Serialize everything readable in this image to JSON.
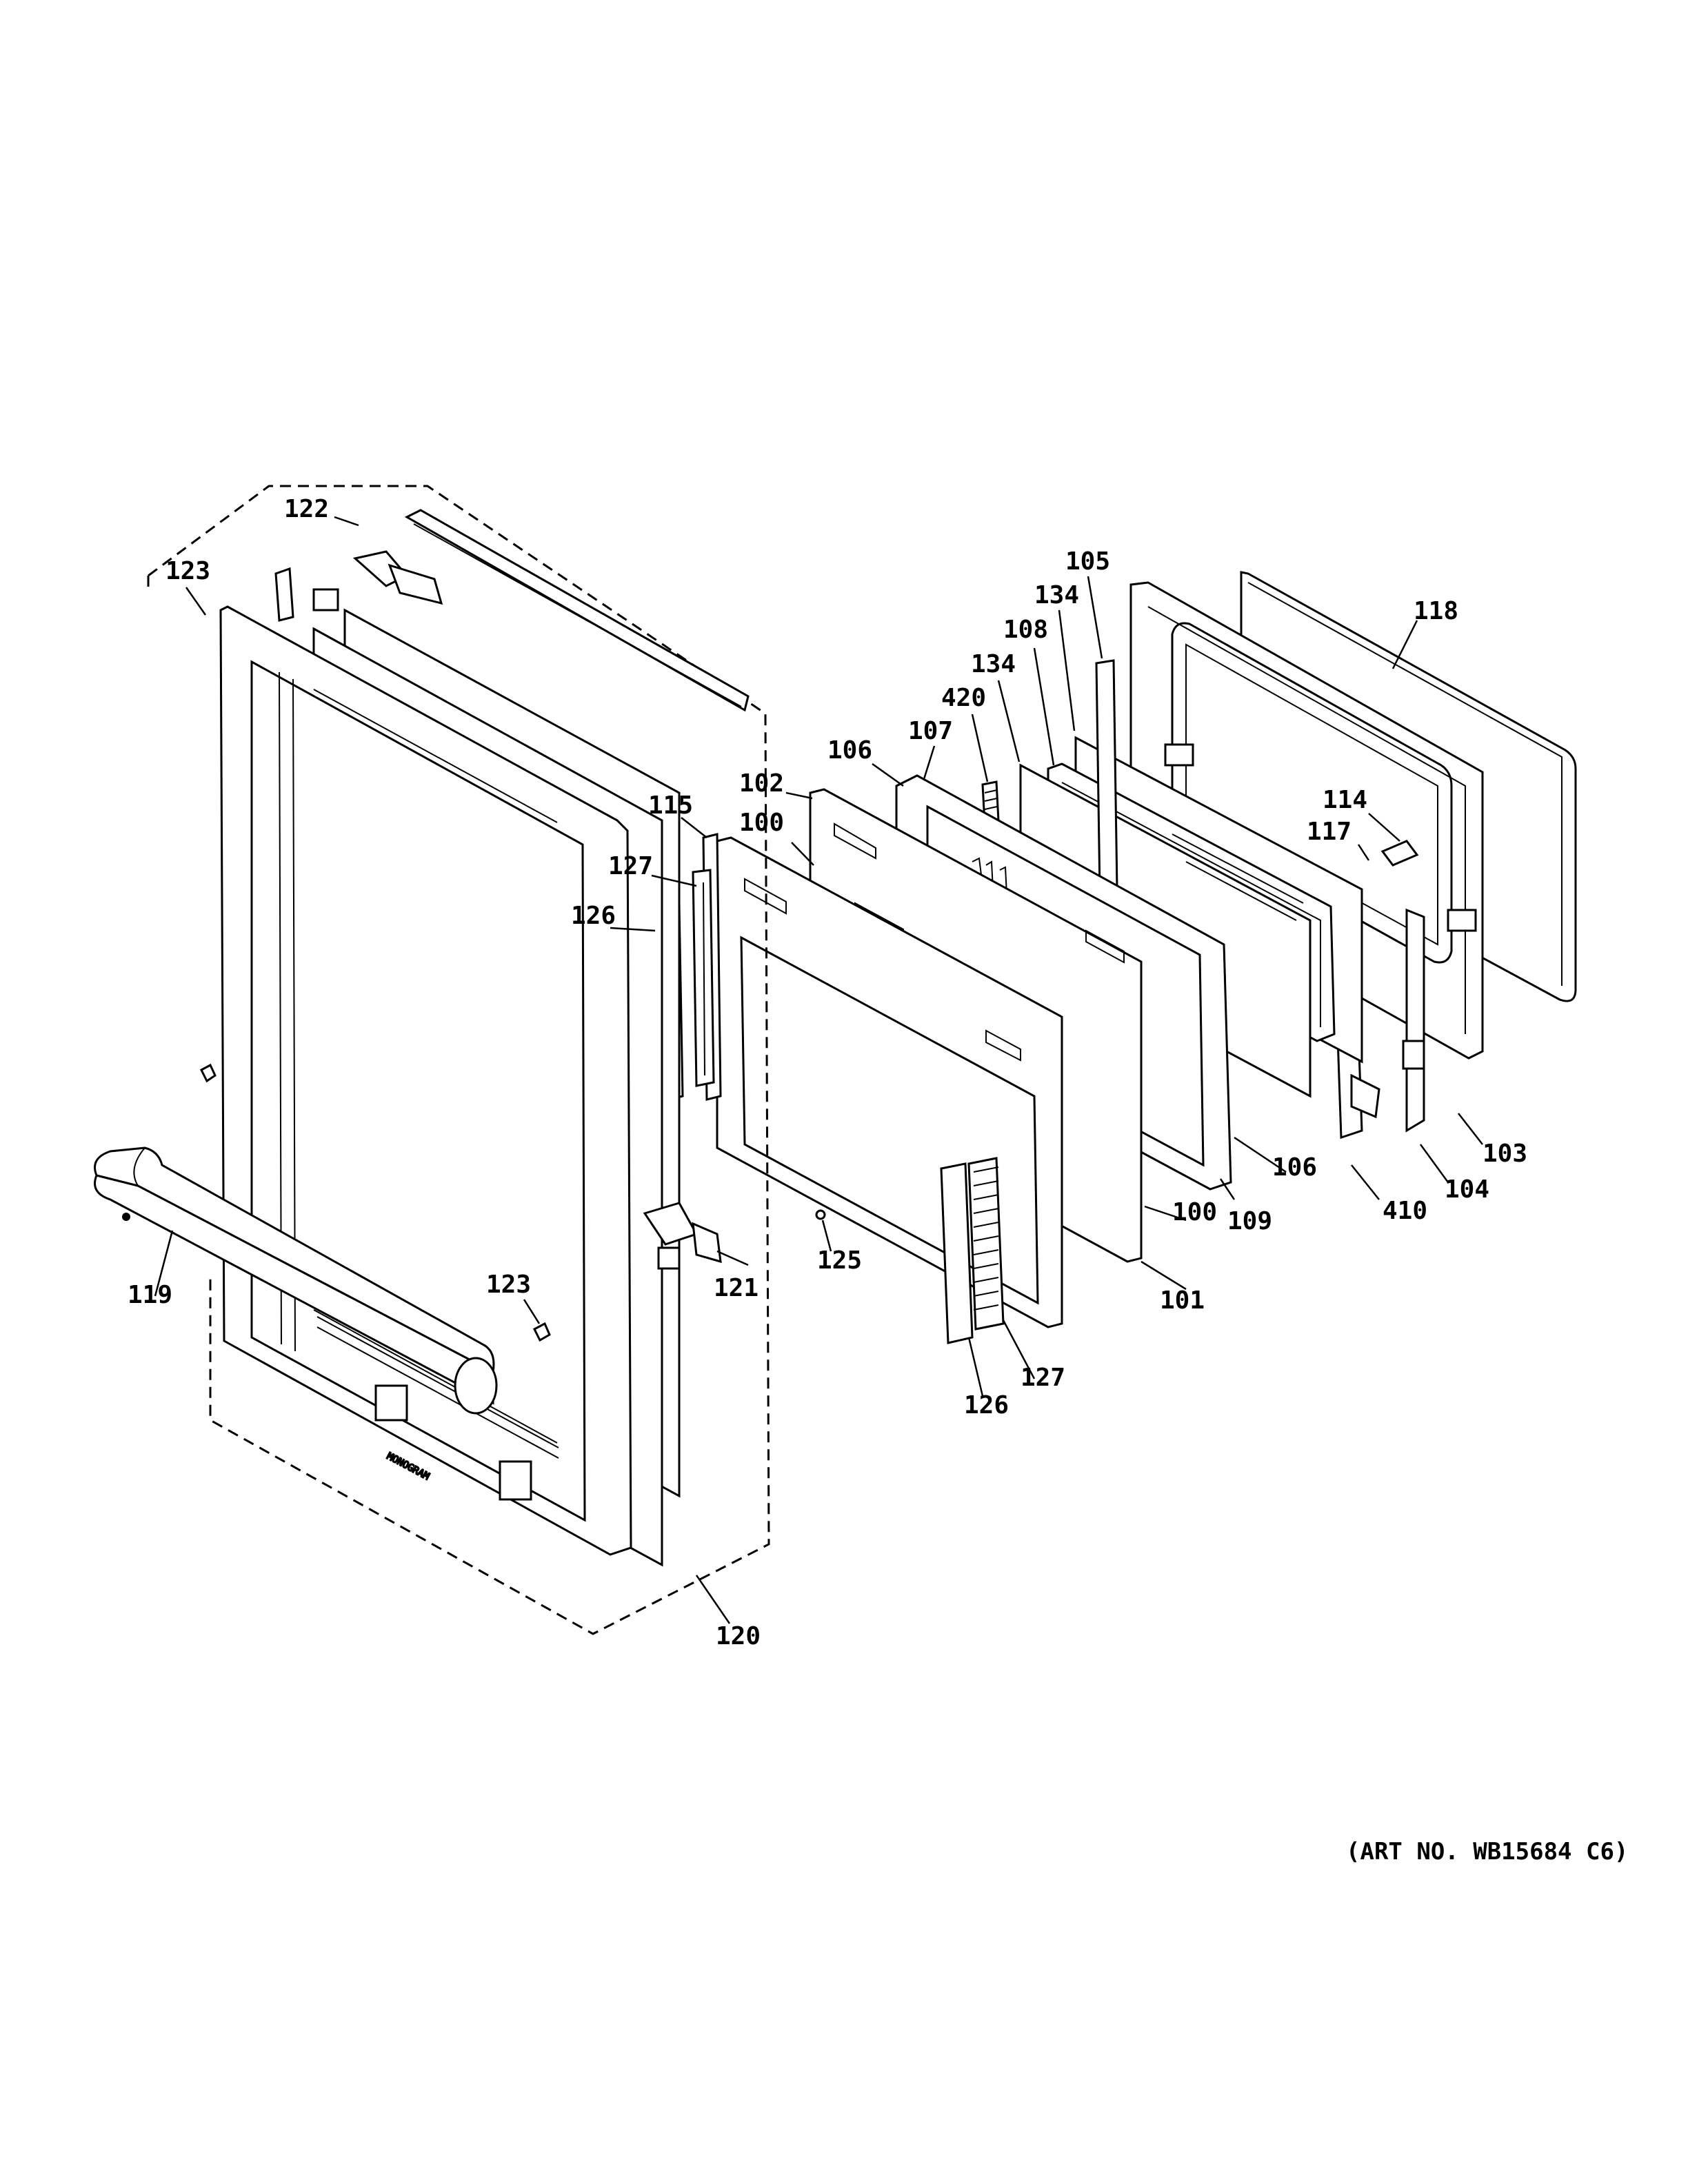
{
  "diagram": {
    "callouts": [
      {
        "id": "105",
        "text": "105"
      },
      {
        "id": "134a",
        "text": "134"
      },
      {
        "id": "108",
        "text": "108"
      },
      {
        "id": "134b",
        "text": "134"
      },
      {
        "id": "420",
        "text": "420"
      },
      {
        "id": "107",
        "text": "107"
      },
      {
        "id": "106a",
        "text": "106"
      },
      {
        "id": "102",
        "text": "102"
      },
      {
        "id": "115",
        "text": "115"
      },
      {
        "id": "100a",
        "text": "100"
      },
      {
        "id": "127a",
        "text": "127"
      },
      {
        "id": "126a",
        "text": "126"
      },
      {
        "id": "122",
        "text": "122"
      },
      {
        "id": "123a",
        "text": "123"
      },
      {
        "id": "118",
        "text": "118"
      },
      {
        "id": "114",
        "text": "114"
      },
      {
        "id": "117",
        "text": "117"
      },
      {
        "id": "103",
        "text": "103"
      },
      {
        "id": "104",
        "text": "104"
      },
      {
        "id": "106b",
        "text": "106"
      },
      {
        "id": "410",
        "text": "410"
      },
      {
        "id": "109",
        "text": "109"
      },
      {
        "id": "100b",
        "text": "100"
      },
      {
        "id": "101",
        "text": "101"
      },
      {
        "id": "125",
        "text": "125"
      },
      {
        "id": "121",
        "text": "121"
      },
      {
        "id": "119",
        "text": "119"
      },
      {
        "id": "123b",
        "text": "123"
      },
      {
        "id": "127b",
        "text": "127"
      },
      {
        "id": "126b",
        "text": "126"
      },
      {
        "id": "120",
        "text": "120"
      }
    ],
    "brand_text": "MONOGRAM",
    "art_number": "(ART NO. WB15684 C6)"
  }
}
